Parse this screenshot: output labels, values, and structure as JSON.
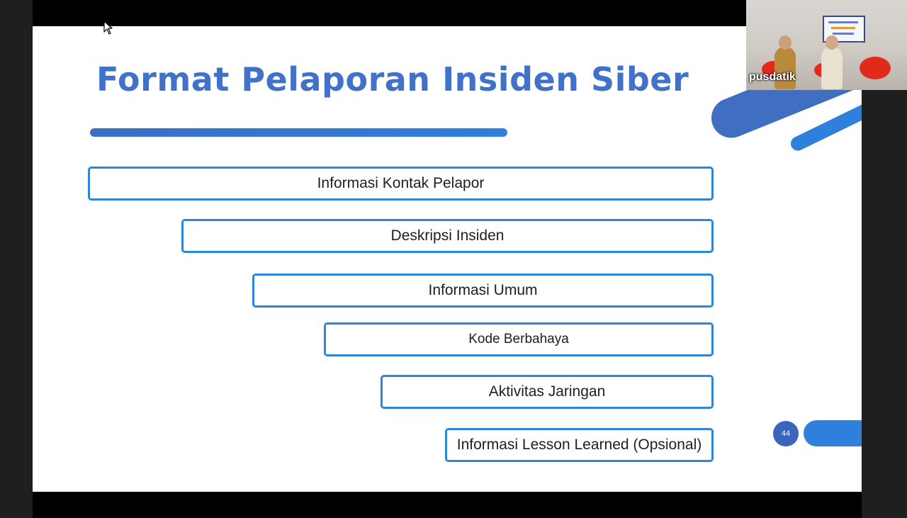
{
  "slide": {
    "title": "Format Pelaporan Insiden Siber",
    "page_number": "44",
    "accent_color": "#3f72c8",
    "border_color": "#2d86dc"
  },
  "items": [
    {
      "label": "Informasi Kontak Pelapor"
    },
    {
      "label": "Deskripsi Insiden"
    },
    {
      "label": "Informasi Umum"
    },
    {
      "label": "Kode Berbahaya"
    },
    {
      "label": "Aktivitas Jaringan"
    },
    {
      "label": "Informasi Lesson Learned (Opsional)"
    }
  ],
  "video": {
    "participant_name": "pusdatik"
  },
  "icons": {
    "cursor": "mouse-pointer-icon"
  }
}
